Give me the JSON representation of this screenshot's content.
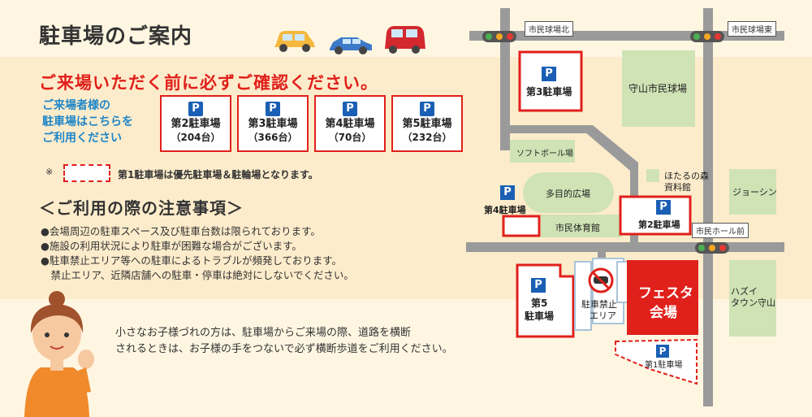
{
  "header": {
    "title": "駐車場のご案内"
  },
  "warning": "ご来場いただく前に必ずご確認ください。",
  "visitor_note": [
    "ご来場者様の",
    "駐車場はこちらを",
    "ご利用ください"
  ],
  "parking_lots": [
    {
      "icon": "P",
      "name": "第2駐車場",
      "count": "（204台）"
    },
    {
      "icon": "P",
      "name": "第3駐車場",
      "count": "（366台）"
    },
    {
      "icon": "P",
      "name": "第4駐車場",
      "count": "（70台）"
    },
    {
      "icon": "P",
      "name": "第5駐車場",
      "count": "（232台）"
    }
  ],
  "priority_note": {
    "mark": "※",
    "text": "第1駐車場は優先駐車場＆駐輪場となります。"
  },
  "caution": {
    "heading": "＜ご利用の際の注意事項＞",
    "items": [
      "●会場周辺の駐車スペース及び駐車台数は限られております。",
      "●施設の利用状況により駐車が困難な場合がございます。",
      "●駐車禁止エリア等への駐車によるトラブルが頻発しております。",
      "　禁止エリア、近隣店舗への駐車・停車は絶対にしないでください。"
    ]
  },
  "children_note": [
    "小さなお子様づれの方は、駐車場からご来場の際、道路を横断",
    "されるときは、お子様の手をつないで必ず横断歩道をご利用ください。"
  ],
  "map": {
    "signs": {
      "north": "市民球場北",
      "east": "市民球場東",
      "hall": "市民ホール前"
    },
    "places": {
      "stadium": "守山市民球場",
      "softball": "ソフトボール場",
      "plaza": "多目的広場",
      "gym": "市民体育館",
      "museum_1": "ほたるの森",
      "museum_2": "資料館",
      "jusco": "ジョーシン",
      "hazui_1": "ハズイ",
      "hazui_2": "タウン守山"
    },
    "lots": {
      "p3": "第3駐車場",
      "p4": "第4駐車場",
      "p2": "第2駐車場",
      "p5_1": "第5",
      "p5_2": "駐車場",
      "p1": "第1駐車場"
    },
    "no_parking_1": "駐車禁止",
    "no_parking_2": "エリア",
    "venue_1": "フェスタ",
    "venue_2": "会場",
    "p_icon": "P"
  },
  "colors": {
    "accent_red": "#e0201b",
    "parking_blue": "#1a5fb4",
    "heading_blue": "#1e86c8",
    "green_area": "#cfe3b5",
    "road": "#9a9a9a"
  }
}
